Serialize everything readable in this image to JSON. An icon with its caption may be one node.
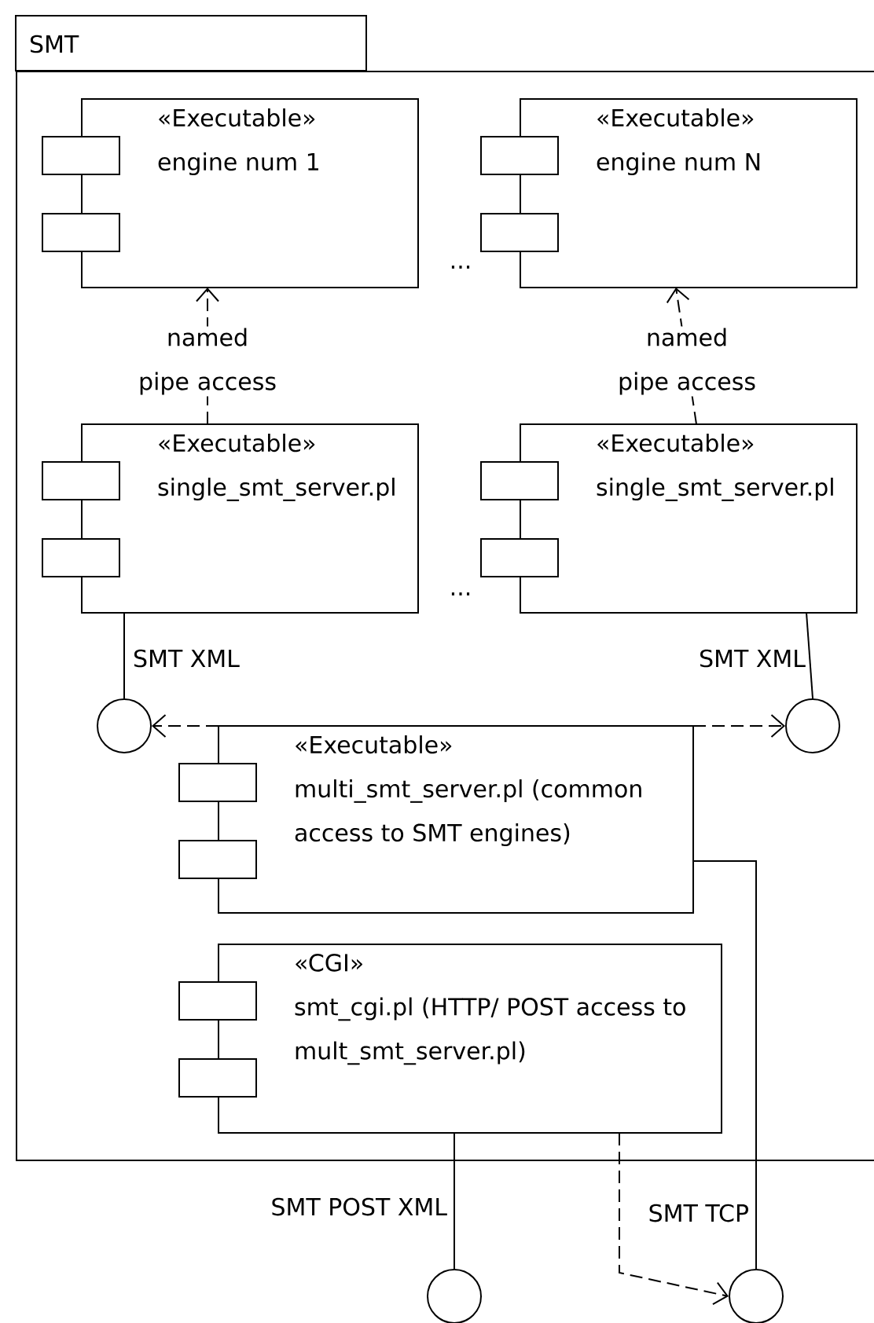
{
  "diagram": {
    "nodes": [
      {
        "text": [
          "SMT"
        ]
      },
      {
        "text": [
          "«Executable»",
          "engine num 1"
        ],
        "in": 0
      },
      {
        "text": [
          "«Executable»",
          "engine num N"
        ],
        "in": 0
      },
      {
        "text": [
          "«Executable»",
          "single_smt_server.pl"
        ],
        "in": 0
      },
      {
        "text": [
          "«Executable»",
          "single_smt_server.pl"
        ],
        "in": 0
      },
      {
        "text": [],
        "shape": "circle",
        "beside": [
          "SMT XML"
        ],
        "in": 0
      },
      {
        "text": [],
        "shape": "circle",
        "beside": [
          "SMT XML"
        ],
        "in": 0
      },
      {
        "text": [
          "«Executable»",
          "multi_smt_server.pl (common access to SMT engines)"
        ],
        "in": 0
      },
      {
        "text": [
          "«CGI»",
          "smt_cgi.pl (HTTP/ POST access to mult_smt_server.pl)"
        ],
        "in": 0
      },
      {
        "text": [],
        "shape": "circle",
        "beside": [
          "SMT POST XML"
        ]
      },
      {
        "text": [],
        "shape": "circle",
        "beside": [
          "SMT TCP"
        ]
      }
    ],
    "edges": [
      {
        "from": 3,
        "to": 1,
        "arrow": "to",
        "style": "dashed",
        "label": "named pipe access"
      },
      {
        "from": 4,
        "to": 2,
        "arrow": "to",
        "style": "dashed",
        "label": "named pipe access"
      },
      {
        "from": 3,
        "to": 5,
        "arrow": "none"
      },
      {
        "from": 4,
        "to": 6,
        "arrow": "none"
      },
      {
        "from": 7,
        "to": 5,
        "arrow": "to",
        "style": "dashed"
      },
      {
        "from": 7,
        "to": 6,
        "arrow": "to",
        "style": "dashed"
      },
      {
        "from": 8,
        "to": 9,
        "arrow": "none"
      },
      {
        "from": 8,
        "to": 10,
        "arrow": "to",
        "style": "dashed"
      },
      {
        "from": 7,
        "to": 10,
        "arrow": "none"
      }
    ],
    "labels": [
      "...",
      "..."
    ]
  }
}
